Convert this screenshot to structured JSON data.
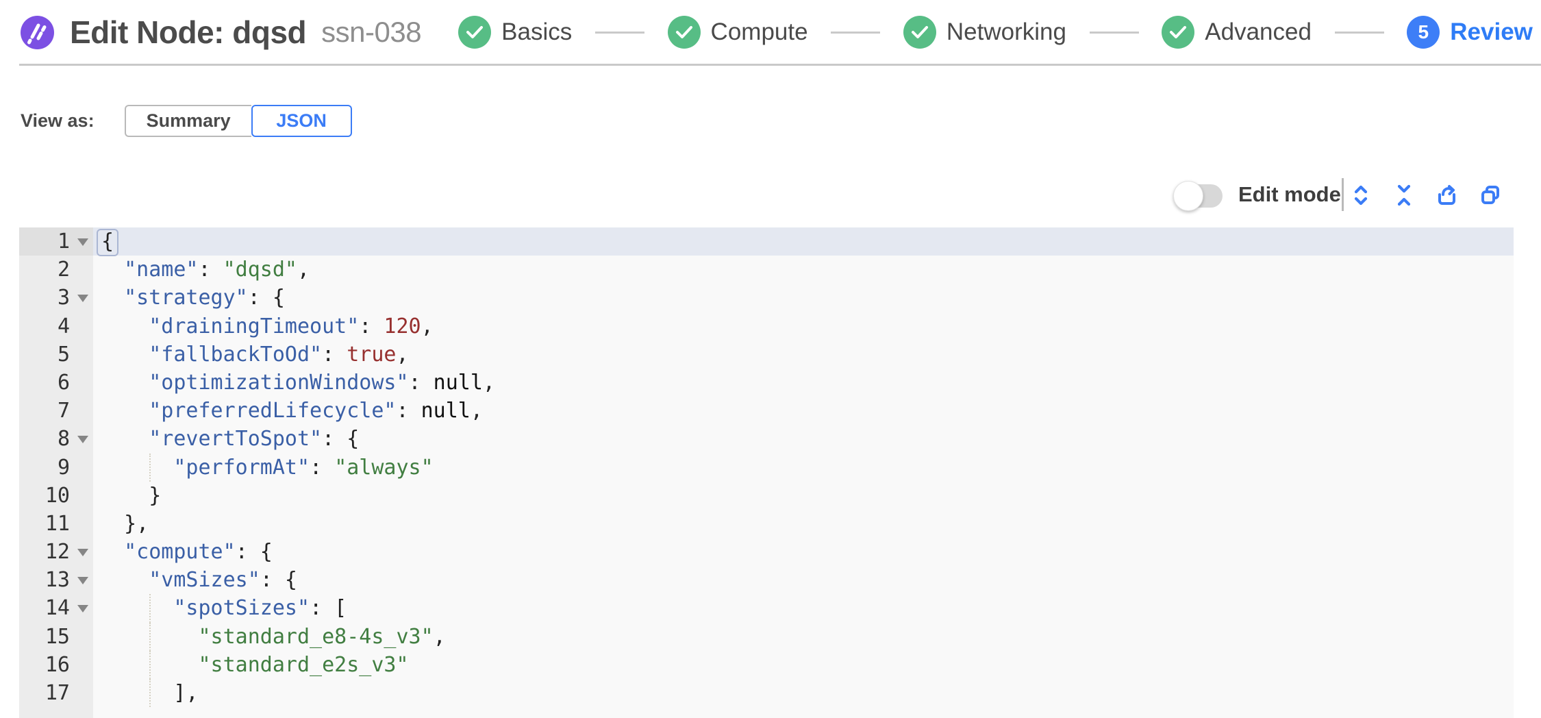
{
  "header": {
    "title": "Edit Node: dqsd",
    "subtitle": "ssn-038",
    "logo_icon": "spot-logo",
    "steps": [
      {
        "label": "Basics",
        "state": "complete"
      },
      {
        "label": "Compute",
        "state": "complete"
      },
      {
        "label": "Networking",
        "state": "complete"
      },
      {
        "label": "Advanced",
        "state": "complete"
      },
      {
        "label": "Review",
        "state": "current",
        "number": "5"
      }
    ]
  },
  "view_as": {
    "label": "View as:",
    "options": [
      {
        "label": "Summary",
        "selected": false
      },
      {
        "label": "JSON",
        "selected": true
      }
    ]
  },
  "toolbar": {
    "edit_mode_label": "Edit mode",
    "edit_mode_on": false,
    "icons": [
      "expand-rows-icon",
      "collapse-rows-icon",
      "export-icon",
      "copy-icon"
    ]
  },
  "colors": {
    "accent_blue": "#3b7cf6",
    "success_green": "#57bd85",
    "brand_purple": "#7c50e3",
    "key_blue": "#3a5fa6",
    "string_green": "#417e41",
    "number_maroon": "#97302f"
  },
  "editor": {
    "lines": [
      {
        "n": 1,
        "fold": true,
        "active": true,
        "tokens": [
          {
            "t": "brhl",
            "v": "{"
          }
        ]
      },
      {
        "n": 2,
        "tokens": [
          {
            "t": "p",
            "v": "  "
          },
          {
            "t": "key",
            "v": "\"name\""
          },
          {
            "t": "p",
            "v": ": "
          },
          {
            "t": "str",
            "v": "\"dqsd\""
          },
          {
            "t": "p",
            "v": ","
          }
        ]
      },
      {
        "n": 3,
        "fold": true,
        "tokens": [
          {
            "t": "p",
            "v": "  "
          },
          {
            "t": "key",
            "v": "\"strategy\""
          },
          {
            "t": "p",
            "v": ": {"
          }
        ]
      },
      {
        "n": 4,
        "tokens": [
          {
            "t": "p",
            "v": "    "
          },
          {
            "t": "key",
            "v": "\"drainingTimeout\""
          },
          {
            "t": "p",
            "v": ": "
          },
          {
            "t": "num",
            "v": "120"
          },
          {
            "t": "p",
            "v": ","
          }
        ]
      },
      {
        "n": 5,
        "tokens": [
          {
            "t": "p",
            "v": "    "
          },
          {
            "t": "key",
            "v": "\"fallbackToOd\""
          },
          {
            "t": "p",
            "v": ": "
          },
          {
            "t": "bool",
            "v": "true"
          },
          {
            "t": "p",
            "v": ","
          }
        ]
      },
      {
        "n": 6,
        "tokens": [
          {
            "t": "p",
            "v": "    "
          },
          {
            "t": "key",
            "v": "\"optimizationWindows\""
          },
          {
            "t": "p",
            "v": ": "
          },
          {
            "t": "null",
            "v": "null"
          },
          {
            "t": "p",
            "v": ","
          }
        ]
      },
      {
        "n": 7,
        "tokens": [
          {
            "t": "p",
            "v": "    "
          },
          {
            "t": "key",
            "v": "\"preferredLifecycle\""
          },
          {
            "t": "p",
            "v": ": "
          },
          {
            "t": "null",
            "v": "null"
          },
          {
            "t": "p",
            "v": ","
          }
        ]
      },
      {
        "n": 8,
        "fold": true,
        "tokens": [
          {
            "t": "p",
            "v": "    "
          },
          {
            "t": "key",
            "v": "\"revertToSpot\""
          },
          {
            "t": "p",
            "v": ": {"
          }
        ]
      },
      {
        "n": 9,
        "guide": true,
        "tokens": [
          {
            "t": "p",
            "v": "      "
          },
          {
            "t": "key",
            "v": "\"performAt\""
          },
          {
            "t": "p",
            "v": ": "
          },
          {
            "t": "str",
            "v": "\"always\""
          }
        ]
      },
      {
        "n": 10,
        "tokens": [
          {
            "t": "p",
            "v": "    "
          },
          {
            "t": "p",
            "v": "}"
          }
        ]
      },
      {
        "n": 11,
        "tokens": [
          {
            "t": "p",
            "v": "  "
          },
          {
            "t": "p",
            "v": "},"
          }
        ]
      },
      {
        "n": 12,
        "fold": true,
        "tokens": [
          {
            "t": "p",
            "v": "  "
          },
          {
            "t": "key",
            "v": "\"compute\""
          },
          {
            "t": "p",
            "v": ": {"
          }
        ]
      },
      {
        "n": 13,
        "fold": true,
        "tokens": [
          {
            "t": "p",
            "v": "    "
          },
          {
            "t": "key",
            "v": "\"vmSizes\""
          },
          {
            "t": "p",
            "v": ": {"
          }
        ]
      },
      {
        "n": 14,
        "fold": true,
        "guide": true,
        "tokens": [
          {
            "t": "p",
            "v": "      "
          },
          {
            "t": "key",
            "v": "\"spotSizes\""
          },
          {
            "t": "p",
            "v": ": ["
          }
        ]
      },
      {
        "n": 15,
        "guide": true,
        "tokens": [
          {
            "t": "p",
            "v": "        "
          },
          {
            "t": "str",
            "v": "\"standard_e8-4s_v3\""
          },
          {
            "t": "p",
            "v": ","
          }
        ]
      },
      {
        "n": 16,
        "guide": true,
        "tokens": [
          {
            "t": "p",
            "v": "        "
          },
          {
            "t": "str",
            "v": "\"standard_e2s_v3\""
          }
        ]
      },
      {
        "n": 17,
        "guide": true,
        "tokens": [
          {
            "t": "p",
            "v": "      "
          },
          {
            "t": "p",
            "v": "],"
          }
        ]
      }
    ]
  }
}
